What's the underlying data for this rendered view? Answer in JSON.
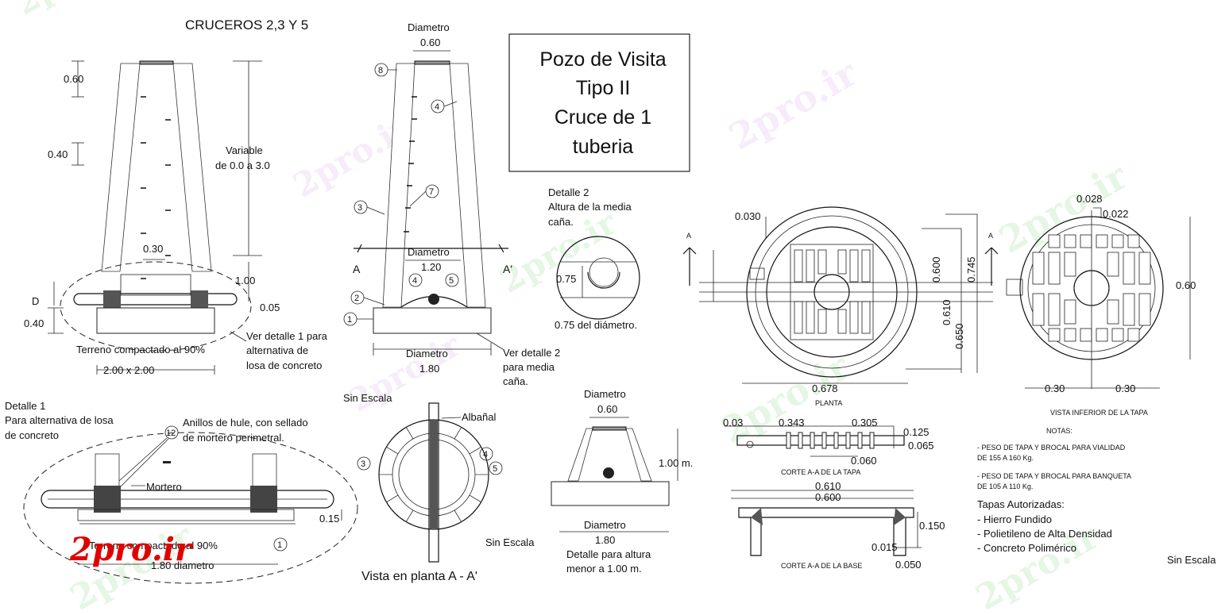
{
  "title_block": [
    "Pozo de Visita",
    "Tipo II",
    "Cruce de 1",
    "tuberia"
  ],
  "section1": {
    "title": "CRUCEROS 2,3 Y 5",
    "dims": {
      "top": "0.60",
      "mid": "0.40",
      "step": "0.30",
      "variable_1": "Variable",
      "variable_2": "de 0.0 a 3.0",
      "h100": "1.00",
      "h005": "0.05",
      "d": "D",
      "base": "0.40",
      "size": "2.00 x 2.00"
    },
    "notes": {
      "terreno": "Terreno compactado al 90%",
      "ver1_a": "Ver detalle 1 para",
      "ver1_b": "alternativa de",
      "ver1_c": "losa de concreto"
    }
  },
  "section2": {
    "diam_top_label": "Diametro",
    "diam_top": "0.60",
    "diam_mid_label": "Diametro",
    "diam_mid": "1.20",
    "diam_bot_label": "Diametro",
    "diam_bot": "1.80",
    "a": "A",
    "a2": "A'",
    "ver2_a": "Ver detalle 2",
    "ver2_b": "para media",
    "ver2_c": "caña.",
    "sin_escala": "Sin Escala",
    "callouts": [
      "8",
      "4",
      "7",
      "3",
      "4",
      "5",
      "2",
      "1"
    ]
  },
  "detalle2": {
    "l1": "Detalle 2",
    "l2": "Altura de la media",
    "l3": "caña.",
    "dim": "0.75",
    "note": "0.75 del diámetro."
  },
  "detalle1": {
    "l1": "Detalle 1",
    "l2": "Para alternativa de losa",
    "l3": "de concreto",
    "anillos1": "Anillos de hule, con sellado",
    "anillos2": "de mortero perimetral.",
    "callout": "12",
    "mortero": "Mortero",
    "dim": "0.15",
    "terreno": "Terreno compactado al 90%",
    "diam": "1.80 diametro",
    "callout1": "1",
    "logo": "2pro.ir"
  },
  "planta_view": {
    "albanal": "Albañal",
    "caption": "Vista en planta  A - A'",
    "sin_escala": "Sin Escala",
    "callouts": [
      "3",
      "4",
      "5"
    ]
  },
  "detalle_altura": {
    "diam_top_label": "Diametro",
    "diam_top": "0.60",
    "height": "1.00 m.",
    "diam_bot_label": "Diametro",
    "diam_bot": "1.80",
    "cap1": "Detalle para altura",
    "cap2": "menor a 1.00 m."
  },
  "tapa_plan": {
    "d1": "0.030",
    "d2": "0.600",
    "d3": "0.745",
    "d4": "0.610",
    "d5": "0.650",
    "d6": "0.678",
    "planta": "PLANTA",
    "a": "A",
    "a2": "A"
  },
  "tapa_inferior": {
    "d1": "0.028",
    "d2": "0.022",
    "d3": "0.60",
    "d4": "0.30",
    "d5": "0.30",
    "caption": "VISTA INFERIOR DE LA TAPA"
  },
  "corte_tapa": {
    "d1": "0.03",
    "d2": "0.343",
    "d3": "0.305",
    "d4": "0.125",
    "d5": "0.065",
    "d6": "0.060",
    "caption": "CORTE A-A DE LA TAPA"
  },
  "corte_base": {
    "d1": "0.610",
    "d2": "0.600",
    "d3": "0.150",
    "d4": "0.015",
    "d5": "0.050",
    "caption": "CORTE A-A DE LA BASE"
  },
  "notas": {
    "title": "NOTAS:",
    "n1a": "- PESO  DE TAPA Y BROCAL PARA VIALIDAD",
    "n1b": "DE 155 A 160  Kg.",
    "n2a": "- PESO  DE TAPA Y BROCAL PARA BANQUETA",
    "n2b": "DE 105 A 110  Kg.",
    "tapas_title": "Tapas Autorizadas:",
    "tapas": [
      "- Hierro Fundido",
      "- Polietileno de Alta Densidad",
      "- Concreto Polimérico"
    ],
    "sin_escala": "Sin Escala"
  },
  "watermark": "2pro.ir",
  "colors": {
    "line": "#111111",
    "watermark": "#4fc34f",
    "logo": "#e00000"
  }
}
